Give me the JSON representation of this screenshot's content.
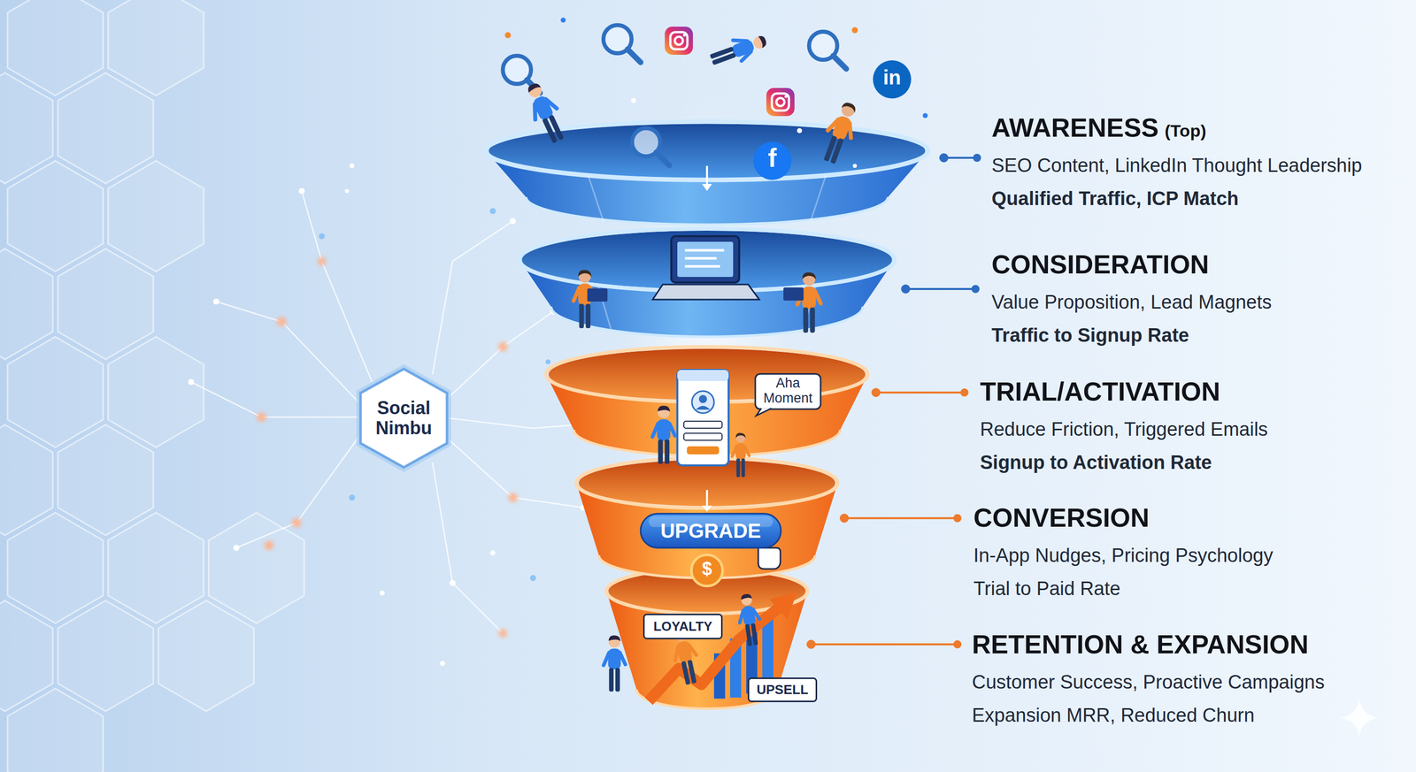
{
  "diagram": {
    "nodes": [
      {
        "text": [
          "Social Nimbu"
        ]
      },
      {
        "text": [
          "Aha Moment"
        ]
      },
      {
        "text": [
          "UPGRADE"
        ]
      },
      {
        "text": [
          "LOYALTY"
        ]
      },
      {
        "text": [
          "UPSELL"
        ]
      }
    ],
    "labels": [
      "AWARENESS",
      "(Top)",
      "SEO Content, LinkedIn Thought Leadership",
      "Qualified Traffic, ICP Match",
      "CONSIDERATION",
      "Value Proposition, Lead Magnets",
      "Traffic to Signup Rate",
      "TRIAL/ACTIVATION",
      "Reduce Friction, Triggered Emails",
      "Signup to Activation Rate",
      "CONVERSION",
      "In-App Nudges, Pricing Psychology",
      "Trial to Paid Rate",
      "RETENTION & EXPANSION",
      "Customer Success, Proactive Campaigns",
      "Expansion MRR, Reduced Churn",
      "in",
      "f",
      "$"
    ]
  }
}
